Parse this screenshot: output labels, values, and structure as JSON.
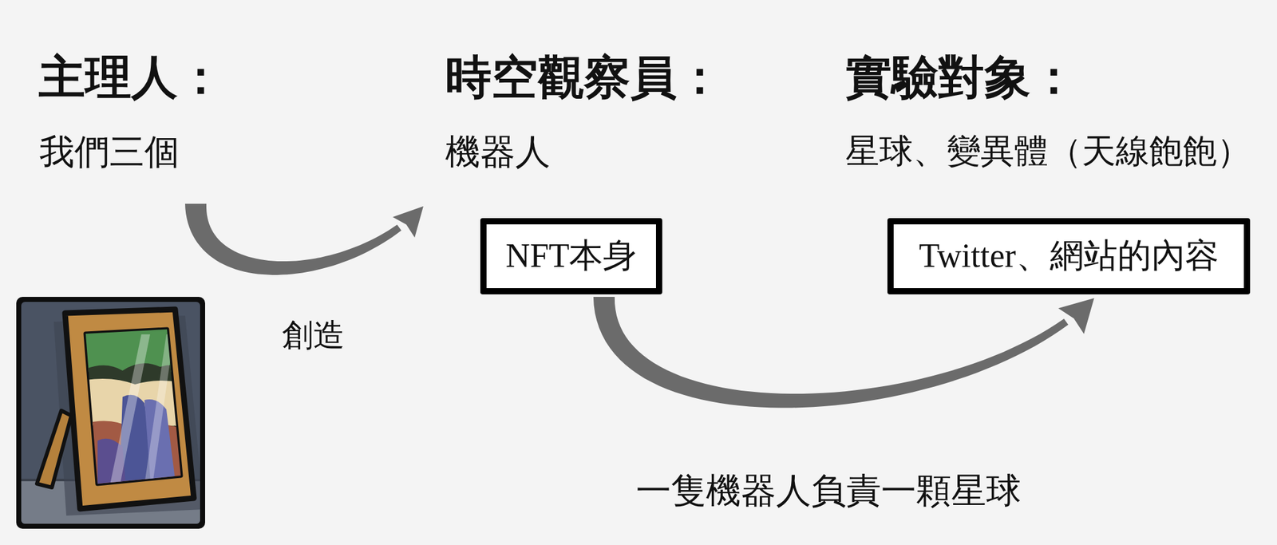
{
  "diagram": {
    "nodes": [
      {
        "text": [
          "NFT本身"
        ]
      },
      {
        "text": [
          "Twitter、網站的內容"
        ]
      }
    ],
    "edges": [
      {
        "from": 0,
        "to": 1,
        "arrow": "to",
        "label": "一隻機器人負責一顆星球"
      }
    ],
    "labels": [
      "主理人：",
      "我們三個",
      "時空觀察員：",
      "機器人",
      "實驗對象：",
      "星球、變異體（天線飽飽）",
      "創造"
    ]
  }
}
